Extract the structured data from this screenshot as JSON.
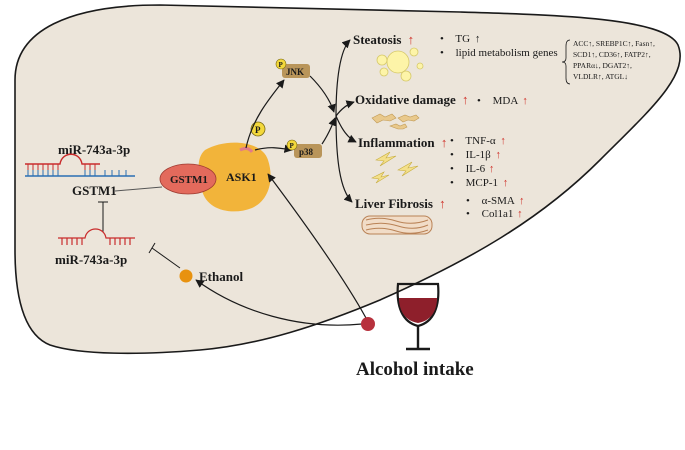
{
  "labels": {
    "mir_top": "miR-743a-3p",
    "gstm1_gene": "GSTM1",
    "mir_bottom": "miR-743a-3p",
    "gstm1_protein": "GSTM1",
    "ask1": "ASK1",
    "ethanol": "Ethanol",
    "alcohol_intake": "Alcohol intake",
    "p_main": "P",
    "p_jnk": "P",
    "jnk": "JNK",
    "p_p38": "P",
    "p38": "p38"
  },
  "outcomes": {
    "steatosis": {
      "title": "Steatosis",
      "arrow": "↑",
      "markers": [
        {
          "bullet": "•",
          "text": "TG",
          "arrow": "↑"
        },
        {
          "bullet": "•",
          "text": "lipid metabolism genes",
          "arrow": ""
        }
      ],
      "genes": [
        "ACC↑, SREBP1C↑, Fasn↑,",
        "SCD1↑, CD36↑, FATP2↑,",
        "PPARα↓, DGAT2↑,",
        "VLDLR↑, ATGL↓"
      ]
    },
    "oxidative": {
      "title": "Oxidative damage",
      "arrow": "↑",
      "markers": [
        {
          "bullet": "•",
          "text": "MDA",
          "arrow": "↑"
        }
      ]
    },
    "inflammation": {
      "title": "Inflammation",
      "arrow": "↑",
      "markers": [
        {
          "bullet": "•",
          "text": "TNF-α",
          "arrow": "↑"
        },
        {
          "bullet": "•",
          "text": "IL-1β",
          "arrow": "↑"
        },
        {
          "bullet": "•",
          "text": "IL-6",
          "arrow": "↑"
        },
        {
          "bullet": "•",
          "text": "MCP-1",
          "arrow": "↑"
        }
      ]
    },
    "fibrosis": {
      "title": "Liver Fibrosis",
      "arrow": "↑",
      "markers": [
        {
          "bullet": "•",
          "text": "α-SMA",
          "arrow": "↑"
        },
        {
          "bullet": "•",
          "text": "Col1a1",
          "arrow": "↑"
        }
      ]
    }
  },
  "colors": {
    "liver_fill": "#ece5da",
    "liver_stroke": "#1a1a1a",
    "gstm1": "#e36a5c",
    "ask1": "#f2b43a",
    "kinase": "#b9955a",
    "phospho": "#f3d83b",
    "ethanol": "#e8920f",
    "alcohol_dot": "#b7313d",
    "wine": "#8e1f2b",
    "rna_red": "#c92c2c",
    "rna_blue": "#2a6fb3",
    "up_arrow": "#d0342c"
  }
}
